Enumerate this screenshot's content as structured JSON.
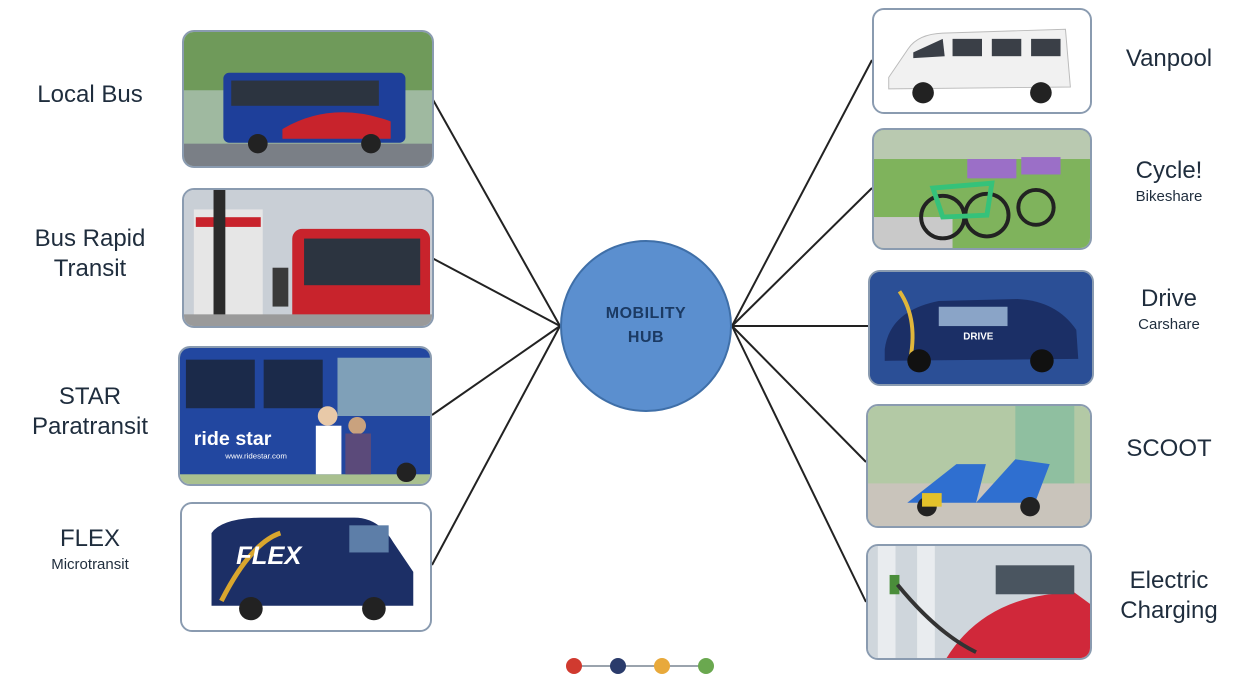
{
  "hub": {
    "line1": "MOBILITY",
    "line2": "HUB"
  },
  "left_modes": [
    {
      "title": "Local Bus",
      "subtitle": ""
    },
    {
      "title": "Bus Rapid",
      "title2": "Transit",
      "subtitle": ""
    },
    {
      "title": "STAR",
      "title2": "Paratransit",
      "subtitle": ""
    },
    {
      "title": "FLEX",
      "subtitle": "Microtransit",
      "photo_text": "FLEX"
    }
  ],
  "right_modes": [
    {
      "title": "Vanpool",
      "subtitle": ""
    },
    {
      "title": "Cycle!",
      "subtitle": "Bikeshare"
    },
    {
      "title": "Drive",
      "subtitle": "Carshare",
      "photo_text": "DRIVE"
    },
    {
      "title": "SCOOT",
      "subtitle": ""
    },
    {
      "title": "Electric",
      "title2": "Charging",
      "subtitle": ""
    }
  ],
  "photo_texts": {
    "star_bus": "ride star",
    "star_url": "www.ridestar.com"
  },
  "colors": {
    "hub": "#5b8fcf",
    "bus_blue": "#1e3f9a",
    "bus_red": "#c8232c",
    "dots": [
      "#d03a2f",
      "#2a3b6b",
      "#e8a93b",
      "#6aa84f"
    ]
  }
}
